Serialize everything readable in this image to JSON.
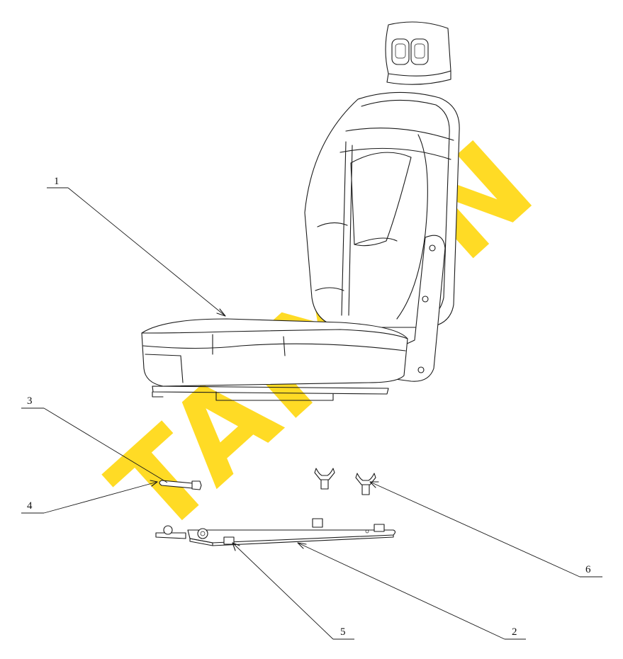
{
  "watermark": {
    "text": "TAIYON",
    "color": "#ffd500"
  },
  "callouts": [
    {
      "id": "1",
      "label": "1"
    },
    {
      "id": "2",
      "label": "2"
    },
    {
      "id": "3",
      "label": "3"
    },
    {
      "id": "4",
      "label": "4"
    },
    {
      "id": "5",
      "label": "5"
    },
    {
      "id": "6",
      "label": "6"
    }
  ],
  "parts": [
    {
      "callout": "1",
      "icon": "seat-assembly-icon"
    },
    {
      "callout": "2",
      "icon": "base-plate-icon"
    },
    {
      "callout": "3",
      "icon": "pin-icon"
    },
    {
      "callout": "4",
      "icon": "pin-icon"
    },
    {
      "callout": "5",
      "icon": "bracket-icon"
    },
    {
      "callout": "6",
      "icon": "wing-nut-icon"
    }
  ],
  "colors": {
    "line": "#1a1a1a",
    "background": "#ffffff"
  }
}
